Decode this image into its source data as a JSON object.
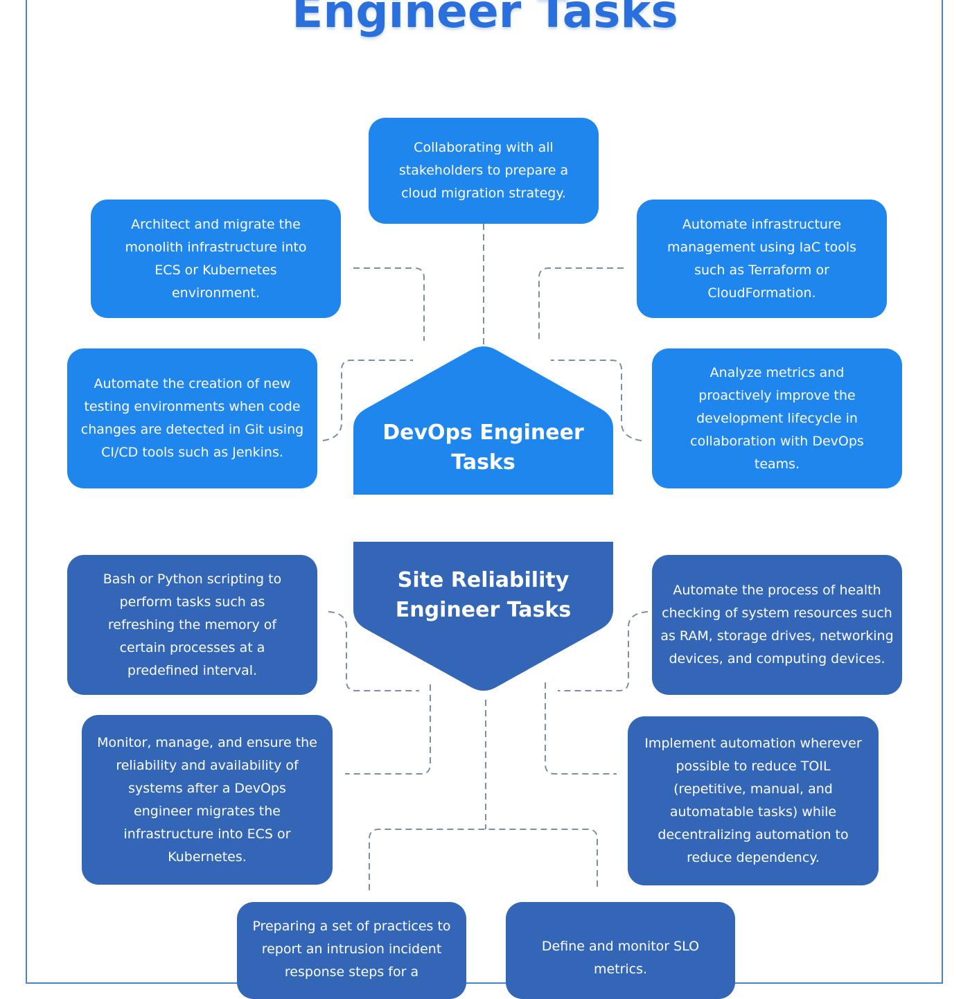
{
  "title": "Engineer Tasks",
  "colors": {
    "devops": "#1f86ee",
    "sre": "#3466b8",
    "title": "#2b6fdc",
    "frame": "#4a7fd6",
    "connector": "#7d8ca3"
  },
  "devops": {
    "hub_label": "DevOps Engineer Tasks",
    "tasks": [
      "Collaborating with all stakeholders to prepare a cloud migration strategy.",
      "Architect and migrate the monolith infrastructure into ECS or Kubernetes environment.",
      "Automate infrastructure management using IaC tools such as Terraform or CloudFormation.",
      "Automate the creation of new testing environments when code changes are detected in Git using CI/CD tools such as Jenkins.",
      "Analyze metrics and proactively improve the development lifecycle in collaboration with DevOps teams."
    ]
  },
  "sre": {
    "hub_label": "Site Reliability Engineer Tasks",
    "tasks": [
      "Bash or Python scripting to perform tasks such as refreshing the memory of certain processes at a predefined interval.",
      "Automate the process of health checking of system resources such as RAM, storage drives, networking devices, and computing devices.",
      "Monitor, manage, and ensure the reliability and availability of systems after a DevOps engineer migrates the infrastructure into ECS or Kubernetes.",
      "Implement automation wherever possible to reduce TOIL (repetitive, manual, and automatable tasks) while decentralizing automation to reduce dependency.",
      "Preparing a set of practices to report an intrusion incident response steps for a",
      "Define and monitor SLO metrics."
    ]
  }
}
